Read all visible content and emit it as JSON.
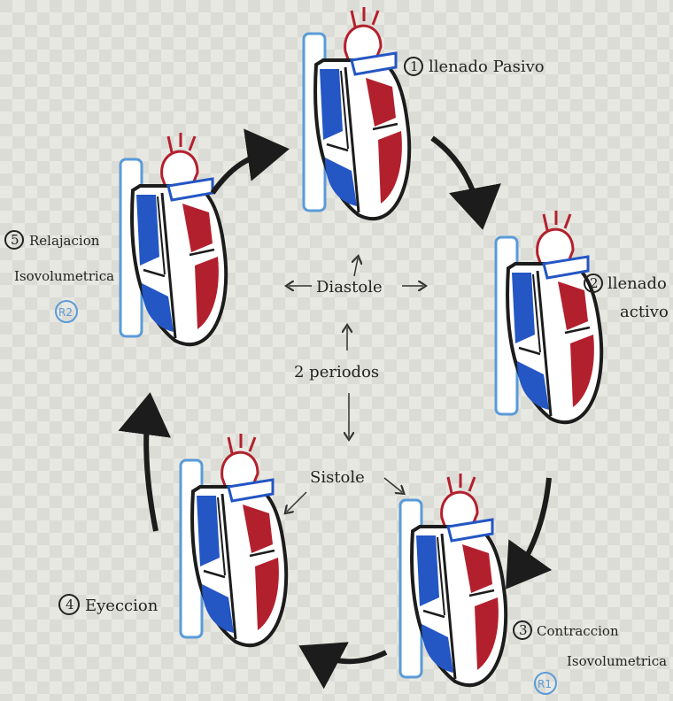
{
  "colors": {
    "blue": "#2456c4",
    "red": "#b3202d",
    "ink": "#1c1c1c",
    "badge": "#5a9bd8"
  },
  "center": {
    "diastole": "Diastole",
    "periods": "2 periodos",
    "systole": "Sistole"
  },
  "phases": [
    {
      "number": "1",
      "label_line1": "llenado Pasivo",
      "label_line2": ""
    },
    {
      "number": "2",
      "label_line1": "llenado",
      "label_line2": "activo"
    },
    {
      "number": "3",
      "label_line1": "Contraccion",
      "label_line2": "Isovolumetrica",
      "badge": "R1"
    },
    {
      "number": "4",
      "label_line1": "Eyeccion",
      "label_line2": ""
    },
    {
      "number": "5",
      "label_line1": "Relajacion",
      "label_line2": "Isovolumetrica",
      "badge": "R2"
    }
  ]
}
